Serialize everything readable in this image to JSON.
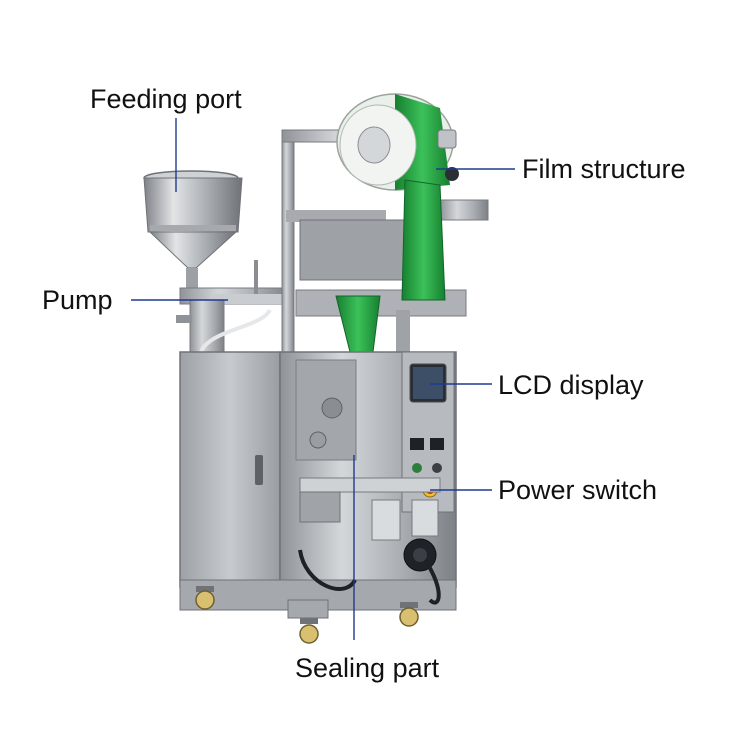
{
  "labels": {
    "feeding_port": "Feeding port",
    "pump": "Pump",
    "film_structure": "Film structure",
    "lcd_display": "LCD display",
    "power_switch": "Power switch",
    "sealing_part": "Sealing part"
  },
  "colors": {
    "leader_line": "#1f3a8f",
    "steel": "#b9bcc0",
    "film_green": "#1e9a3a"
  }
}
